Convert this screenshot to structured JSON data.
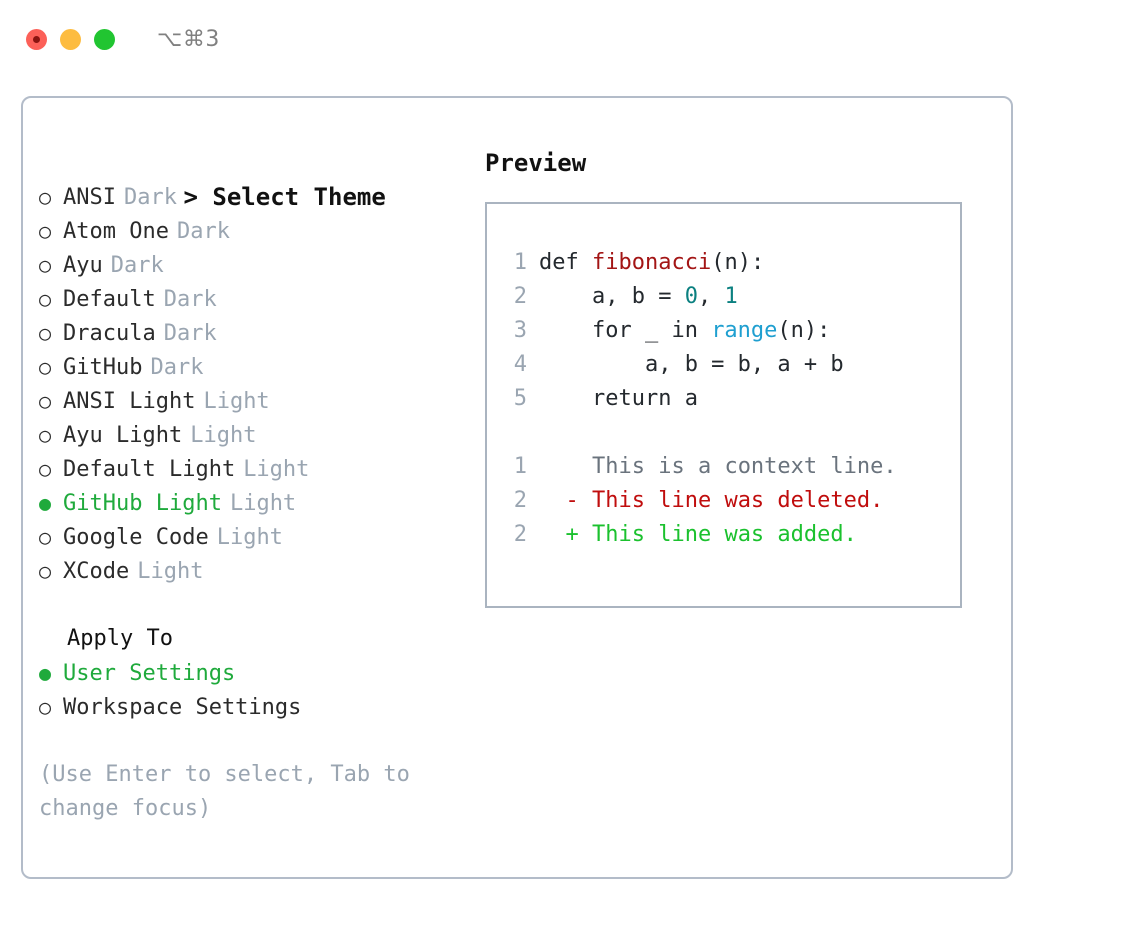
{
  "titlebar": {
    "shortcut": "⌥⌘3",
    "lights": [
      "close-red",
      "minimize-yellow",
      "maximize-green"
    ]
  },
  "theme_panel": {
    "heading": "> Select Theme",
    "caret": ">",
    "heading_text": "Select Theme",
    "bullet_selected": "●",
    "bullet_unselected": "○",
    "themes": [
      {
        "name": "ANSI",
        "tag": "Dark",
        "selected": false
      },
      {
        "name": "Atom One",
        "tag": "Dark",
        "selected": false
      },
      {
        "name": "Ayu",
        "tag": "Dark",
        "selected": false
      },
      {
        "name": "Default",
        "tag": "Dark",
        "selected": false
      },
      {
        "name": "Dracula",
        "tag": "Dark",
        "selected": false
      },
      {
        "name": "GitHub",
        "tag": "Dark",
        "selected": false
      },
      {
        "name": "ANSI Light",
        "tag": "Light",
        "selected": false
      },
      {
        "name": "Ayu Light",
        "tag": "Light",
        "selected": false
      },
      {
        "name": "Default Light",
        "tag": "Light",
        "selected": false
      },
      {
        "name": "GitHub Light",
        "tag": "Light",
        "selected": true
      },
      {
        "name": "Google Code",
        "tag": "Light",
        "selected": false
      },
      {
        "name": "XCode",
        "tag": "Light",
        "selected": false
      }
    ]
  },
  "apply_to": {
    "heading": "Apply To",
    "options": [
      {
        "name": "User Settings",
        "selected": true
      },
      {
        "name": "Workspace Settings",
        "selected": false
      }
    ]
  },
  "hint": "(Use Enter to select, Tab to change focus)",
  "preview": {
    "title": "Preview",
    "code_lines": [
      {
        "no": "1",
        "segments": [
          {
            "t": "def ",
            "c": "plain"
          },
          {
            "t": "fibonacci",
            "c": "fn"
          },
          {
            "t": "(n):",
            "c": "plain"
          }
        ]
      },
      {
        "no": "2",
        "segments": [
          {
            "t": "    a, b = ",
            "c": "plain"
          },
          {
            "t": "0",
            "c": "num"
          },
          {
            "t": ", ",
            "c": "plain"
          },
          {
            "t": "1",
            "c": "num"
          }
        ]
      },
      {
        "no": "3",
        "segments": [
          {
            "t": "    for _ in ",
            "c": "plain"
          },
          {
            "t": "range",
            "c": "call"
          },
          {
            "t": "(n):",
            "c": "plain"
          }
        ]
      },
      {
        "no": "4",
        "segments": [
          {
            "t": "        a, b = b, a + b",
            "c": "plain"
          }
        ]
      },
      {
        "no": "5",
        "segments": [
          {
            "t": "    return a",
            "c": "plain"
          }
        ]
      }
    ],
    "diff_lines": [
      {
        "no": "1",
        "marker": " ",
        "text": " This is a context line.",
        "kind": "ctx"
      },
      {
        "no": "2",
        "marker": "-",
        "text": " This line was deleted.",
        "kind": "del"
      },
      {
        "no": "2",
        "marker": "+",
        "text": " This line was added.",
        "kind": "add"
      }
    ]
  },
  "colors": {
    "accent_green": "#1faa3c",
    "diff_add": "#1bc12e",
    "diff_del": "#c00d0d",
    "muted": "#9aa5b1",
    "fn_red": "#a31515",
    "num_teal": "#0b8080",
    "call_blue": "#1f9fd0",
    "border": "#b3bcc9"
  }
}
